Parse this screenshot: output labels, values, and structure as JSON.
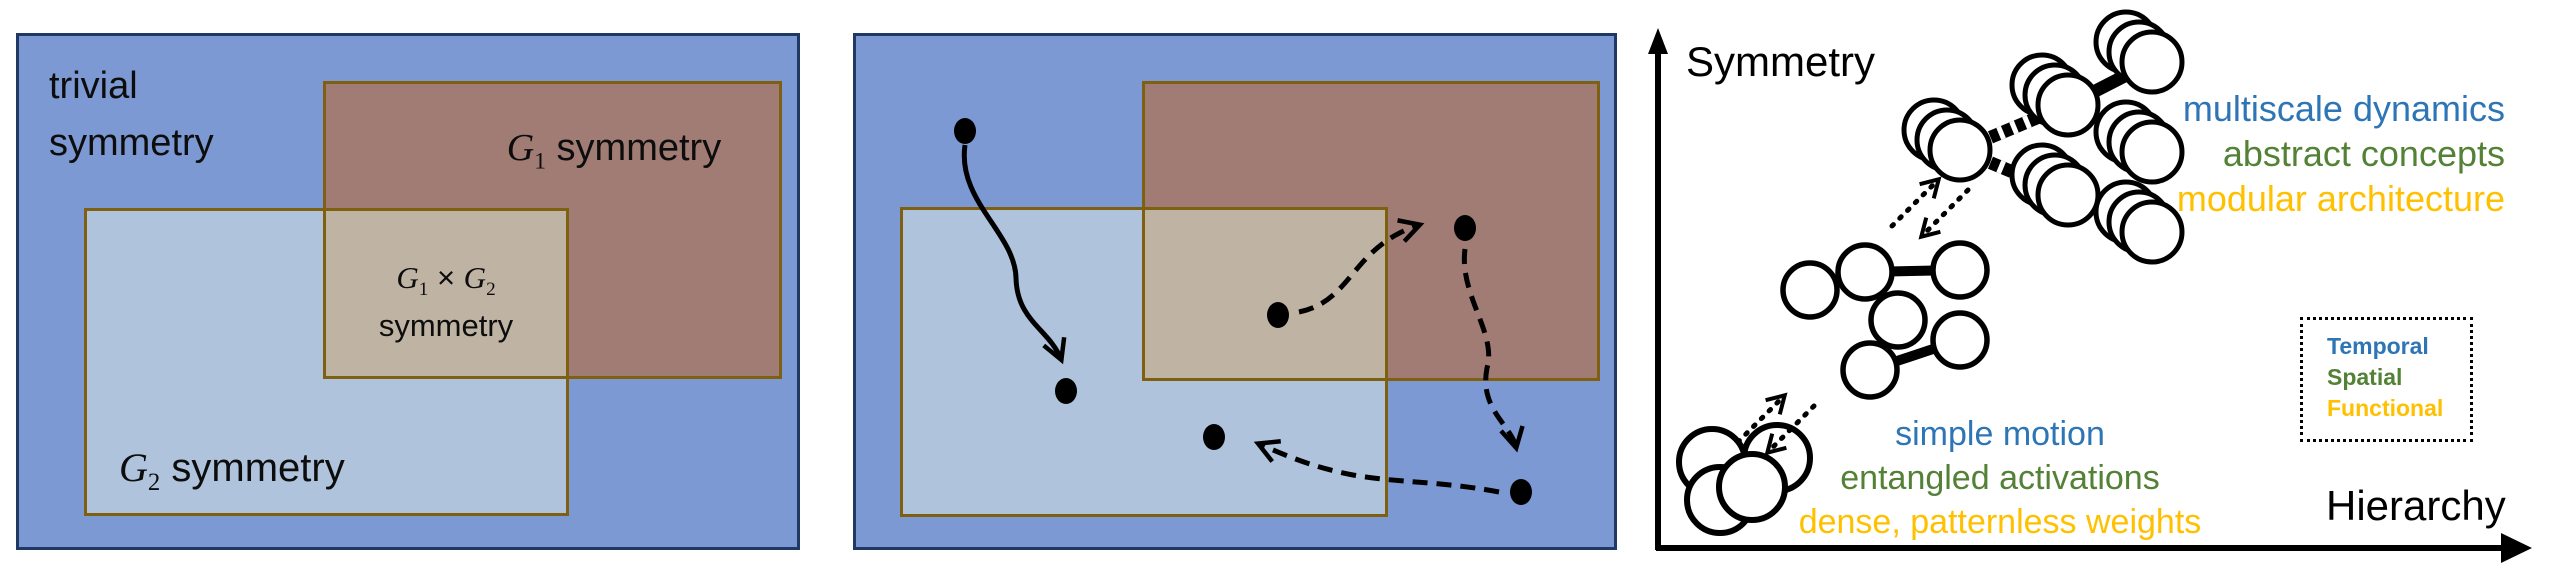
{
  "panel1": {
    "background_label": {
      "line1": "trivial",
      "line2": "symmetry"
    },
    "g1_label": {
      "var": "G",
      "sub": "1",
      "rest": " symmetry"
    },
    "g2_label": {
      "var": "G",
      "sub": "2",
      "rest": " symmetry"
    },
    "overlap_label": {
      "var1": "G",
      "sub1": "1",
      "times": " × ",
      "var2": "G",
      "sub2": "2",
      "line2": "symmetry"
    }
  },
  "panel2": {
    "dot_count": 6,
    "solid_trajectories": 1,
    "dashed_trajectories": 3
  },
  "panel3": {
    "y_axis_label": "Symmetry",
    "x_axis_label": "Hierarchy",
    "top_annotations": [
      {
        "text": "multiscale dynamics",
        "color": "#2E75B6"
      },
      {
        "text": "abstract concepts",
        "color": "#538135"
      },
      {
        "text": "modular architecture",
        "color": "#FFC000"
      }
    ],
    "bottom_annotations": [
      {
        "text": "simple motion",
        "color": "#2E75B6"
      },
      {
        "text": "entangled activations",
        "color": "#538135"
      },
      {
        "text": "dense, patternless weights",
        "color": "#FFC000"
      }
    ],
    "legend": [
      {
        "label": "Temporal",
        "color": "#2E75B6"
      },
      {
        "label": "Spatial",
        "color": "#538135"
      },
      {
        "label": "Functional",
        "color": "#FFC000"
      }
    ]
  },
  "colors": {
    "panel_background": "#7C99D3",
    "panel_border": "#1F3864",
    "g1_fill": "#A17C74",
    "g2_fill": "#AFC4DC",
    "overlap_fill": "#BFB4A4",
    "inner_border": "#7F6010",
    "ink": "#000000"
  }
}
